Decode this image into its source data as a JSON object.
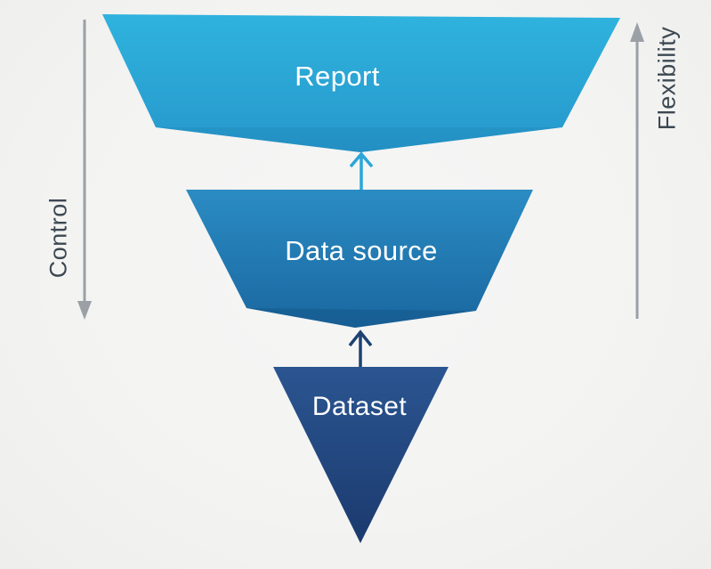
{
  "figure": {
    "type": "inverted-funnel-diagram",
    "background_color": "#f3f3f2",
    "layers": [
      {
        "id": "report",
        "label": "Report",
        "color_top": "#2fb3de",
        "color_bottom": "#2697cb"
      },
      {
        "id": "data-source",
        "label": "Data source",
        "color_top": "#2b8cc3",
        "color_bottom": "#1a67a0"
      },
      {
        "id": "dataset",
        "label": "Dataset",
        "color_top": "#2b5591",
        "color_bottom": "#1b3a6e"
      }
    ],
    "layer_label_color": "#ffffff",
    "connectors": [
      {
        "id": "datasource-to-report",
        "direction": "up",
        "color": "#2aa6d9"
      },
      {
        "id": "dataset-to-datasource",
        "direction": "up",
        "color": "#1d4272"
      }
    ],
    "side_axes": {
      "left": {
        "label": "Control",
        "arrow_direction": "down"
      },
      "right": {
        "label": "Flexibility",
        "arrow_direction": "up"
      },
      "line_color": "#9aa0a6",
      "text_color": "#3c4852"
    }
  }
}
